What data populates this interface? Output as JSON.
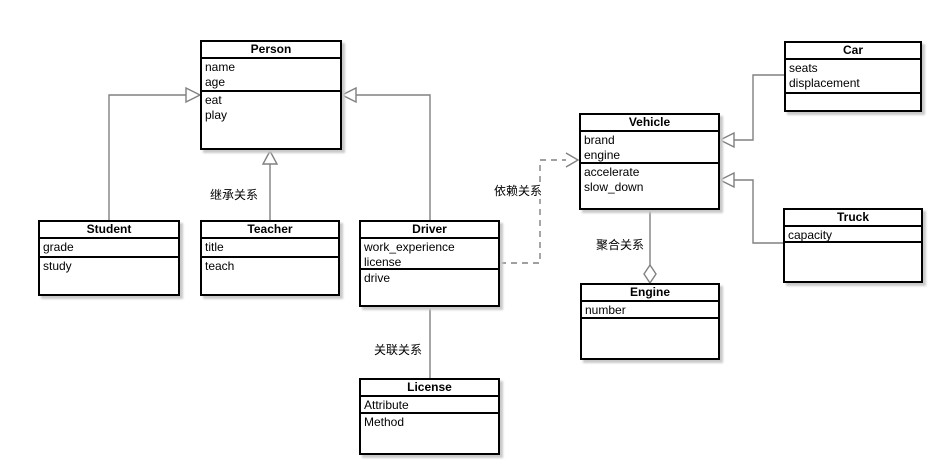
{
  "diagram": {
    "type": "uml-class-diagram",
    "classes": {
      "person": {
        "title": "Person",
        "attributes": [
          "name",
          "age"
        ],
        "methods": [
          "eat",
          "play"
        ]
      },
      "student": {
        "title": "Student",
        "attributes": [
          "grade"
        ],
        "methods": [
          "study"
        ]
      },
      "teacher": {
        "title": "Teacher",
        "attributes": [
          "title"
        ],
        "methods": [
          "teach"
        ]
      },
      "driver": {
        "title": "Driver",
        "attributes": [
          "work_experience",
          "license"
        ],
        "methods": [
          "drive"
        ]
      },
      "license": {
        "title": "License",
        "attributes": [
          "Attribute"
        ],
        "methods": [
          "Method"
        ]
      },
      "vehicle": {
        "title": "Vehicle",
        "attributes": [
          "brand",
          "engine"
        ],
        "methods": [
          "accelerate",
          "slow_down"
        ]
      },
      "engine": {
        "title": "Engine",
        "attributes": [
          "number"
        ],
        "methods": []
      },
      "car": {
        "title": "Car",
        "attributes": [
          "seats",
          "displacement"
        ],
        "methods": []
      },
      "truck": {
        "title": "Truck",
        "attributes": [
          "capacity"
        ],
        "methods": []
      }
    },
    "edge_labels": {
      "inheritance": "继承关系",
      "dependency": "依赖关系",
      "association": "关联关系",
      "aggregation": "聚合关系"
    },
    "relationships": [
      {
        "from": "Student",
        "to": "Person",
        "type": "generalization"
      },
      {
        "from": "Teacher",
        "to": "Person",
        "type": "generalization",
        "label": "继承关系"
      },
      {
        "from": "Driver",
        "to": "Person",
        "type": "generalization"
      },
      {
        "from": "Driver",
        "to": "Vehicle",
        "type": "dependency",
        "label": "依赖关系"
      },
      {
        "from": "Driver",
        "to": "License",
        "type": "association",
        "label": "关联关系"
      },
      {
        "from": "Vehicle",
        "to": "Engine",
        "type": "aggregation",
        "label": "聚合关系"
      },
      {
        "from": "Car",
        "to": "Vehicle",
        "type": "generalization"
      },
      {
        "from": "Truck",
        "to": "Vehicle",
        "type": "generalization"
      }
    ],
    "colors": {
      "line": "#808080",
      "border": "#000000",
      "background": "#ffffff",
      "shadow": "#c9c9c9"
    }
  }
}
